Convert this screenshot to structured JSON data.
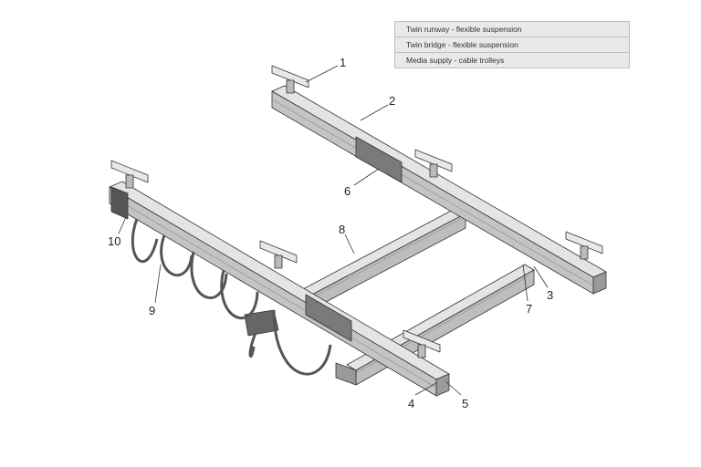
{
  "legend": [
    "Twin runway - flexible suspension",
    "Twin bridge - flexible suspension",
    "Media supply - cable trolleys"
  ],
  "callouts": [
    "1",
    "2",
    "3",
    "4",
    "5",
    "6",
    "7",
    "8",
    "9",
    "10"
  ],
  "colors": {
    "beam_top": "#e4e4e4",
    "beam_side": "#bdbdbd",
    "outline": "#333333",
    "plate": "#7a7a7a"
  }
}
